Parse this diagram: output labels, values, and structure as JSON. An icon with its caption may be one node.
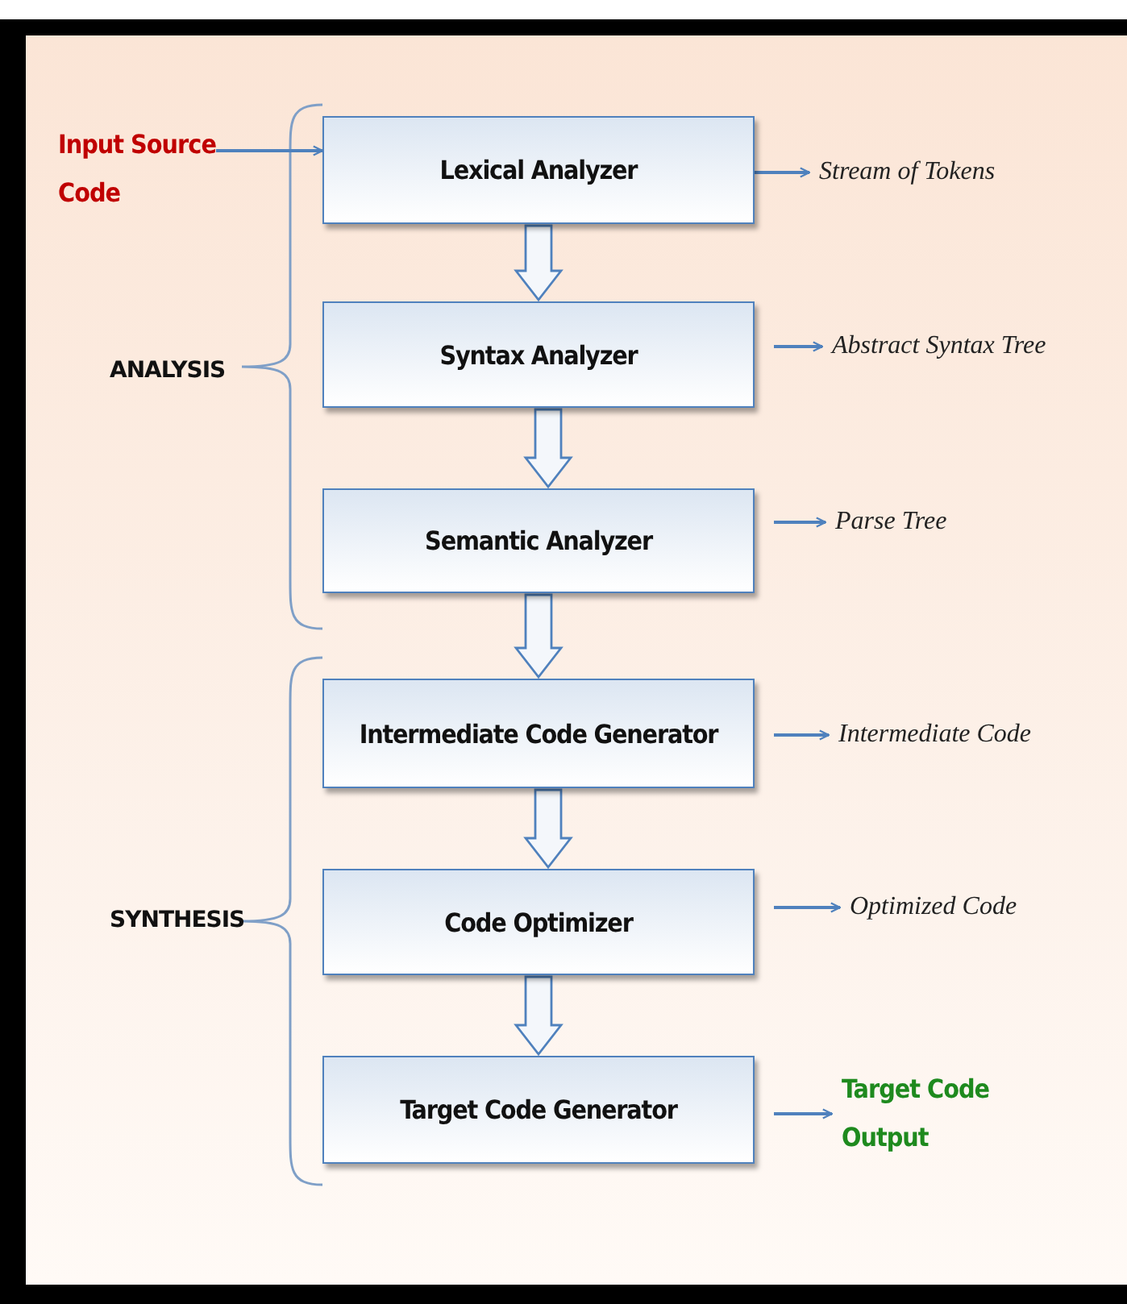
{
  "diagram": {
    "nodes": [
      {
        "text": [
          "Input Source Code"
        ]
      },
      {
        "text": [
          "Lexical Analyzer"
        ]
      },
      {
        "text": [
          "Syntax Analyzer"
        ]
      },
      {
        "text": [
          "Semantic Analyzer"
        ]
      },
      {
        "text": [
          "Intermediate Code Generator"
        ]
      },
      {
        "text": [
          "Code Optimizer"
        ]
      },
      {
        "text": [
          "Target Code Generator"
        ]
      },
      {
        "text": [
          "Stream of Tokens"
        ]
      },
      {
        "text": [
          "Abstract Syntax Tree"
        ]
      },
      {
        "text": [
          "Parse Tree"
        ]
      },
      {
        "text": [
          "Intermediate Code"
        ]
      },
      {
        "text": [
          "Optimized Code"
        ]
      },
      {
        "text": [
          "Target Code Output"
        ]
      }
    ],
    "edges": [
      {
        "from": 0,
        "to": 1,
        "arrow": "to"
      },
      {
        "from": 1,
        "to": 2,
        "arrow": "to",
        "style": "thick"
      },
      {
        "from": 2,
        "to": 3,
        "arrow": "to",
        "style": "thick"
      },
      {
        "from": 3,
        "to": 4,
        "arrow": "to",
        "style": "thick"
      },
      {
        "from": 4,
        "to": 5,
        "arrow": "to",
        "style": "thick"
      },
      {
        "from": 5,
        "to": 6,
        "arrow": "to",
        "style": "thick"
      },
      {
        "from": 1,
        "to": 7,
        "arrow": "to"
      },
      {
        "from": 2,
        "to": 8,
        "arrow": "to"
      },
      {
        "from": 3,
        "to": 9,
        "arrow": "to"
      },
      {
        "from": 4,
        "to": 10,
        "arrow": "to"
      },
      {
        "from": 5,
        "to": 11,
        "arrow": "to"
      },
      {
        "from": 6,
        "to": 12,
        "arrow": "to"
      }
    ],
    "labels": [
      "ANALYSIS",
      "SYNTHESIS"
    ]
  }
}
